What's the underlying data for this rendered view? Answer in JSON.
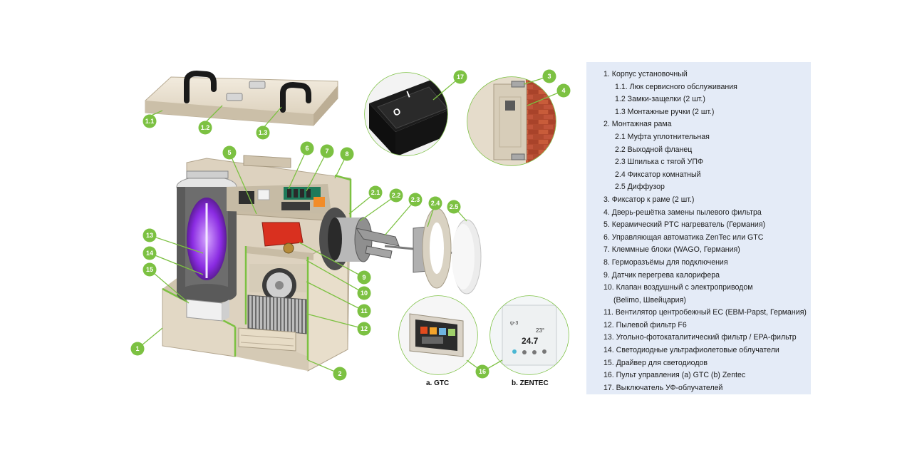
{
  "callouts": [
    {
      "id": "c-1.1",
      "label": "1.1"
    },
    {
      "id": "c-1.2",
      "label": "1.2"
    },
    {
      "id": "c-1.3",
      "label": "1.3"
    },
    {
      "id": "c-5",
      "label": "5"
    },
    {
      "id": "c-6",
      "label": "6"
    },
    {
      "id": "c-7",
      "label": "7"
    },
    {
      "id": "c-8",
      "label": "8"
    },
    {
      "id": "c-2.1",
      "label": "2.1"
    },
    {
      "id": "c-2.2",
      "label": "2.2"
    },
    {
      "id": "c-2.3",
      "label": "2.3"
    },
    {
      "id": "c-2.4",
      "label": "2.4"
    },
    {
      "id": "c-2.5",
      "label": "2.5"
    },
    {
      "id": "c-13",
      "label": "13"
    },
    {
      "id": "c-14",
      "label": "14"
    },
    {
      "id": "c-15",
      "label": "15"
    },
    {
      "id": "c-9",
      "label": "9"
    },
    {
      "id": "c-10",
      "label": "10"
    },
    {
      "id": "c-11",
      "label": "11"
    },
    {
      "id": "c-12",
      "label": "12"
    },
    {
      "id": "c-1",
      "label": "1"
    },
    {
      "id": "c-2",
      "label": "2"
    },
    {
      "id": "c-16",
      "label": "16"
    },
    {
      "id": "c-17",
      "label": "17"
    },
    {
      "id": "c-3",
      "label": "3"
    },
    {
      "id": "c-4",
      "label": "4"
    }
  ],
  "inset_captions": {
    "gtc": "a. GTC",
    "zentec": "b. ZENTEC"
  },
  "switch_marks": {
    "on": "I",
    "off": "O"
  },
  "thermostat_display": {
    "mode": "ψ-3",
    "temp_set": "23°",
    "temp_room": "24.7"
  },
  "legend": [
    {
      "text": "1. Корпус установочный",
      "level": 0
    },
    {
      "text": "1.1. Люк сервисного обслуживания",
      "level": 1
    },
    {
      "text": "1.2 Замки-защелки (2 шт.)",
      "level": 1
    },
    {
      "text": "1.3 Монтажные ручки (2 шт.)",
      "level": 1
    },
    {
      "text": "2. Монтажная рама",
      "level": 0
    },
    {
      "text": "2.1 Муфта уплотнительная",
      "level": 1
    },
    {
      "text": "2.2 Выходной фланец",
      "level": 1
    },
    {
      "text": "2.3 Шпилька с тягой УПФ",
      "level": 1
    },
    {
      "text": "2.4 Фиксатор комнатный",
      "level": 1
    },
    {
      "text": "2.5 Диффузор",
      "level": 1
    },
    {
      "text": "3. Фиксатор к раме (2 шт.)",
      "level": 0
    },
    {
      "text": "4. Дверь-решётка замены пылевого фильтра",
      "level": 0
    },
    {
      "text": "5. Керамический PTC нагреватель (Германия)",
      "level": 0
    },
    {
      "text": "6. Управляющая автоматика ZenTec или GTC",
      "level": 0
    },
    {
      "text": "7. Клеммные блоки (WAGO, Германия)",
      "level": 0
    },
    {
      "text": "8. Герморазъёмы для подключения",
      "level": 0
    },
    {
      "text": "9. Датчик перегрева калорифера",
      "level": 0
    },
    {
      "text": "10. Клапан воздушный с электроприводом",
      "level": 0
    },
    {
      "text": "(Belimo, Швейцария)",
      "level": 2
    },
    {
      "text": "11. Вентилятор центробежный EC (EBM-Papst, Германия)",
      "level": 0
    },
    {
      "text": "12. Пылевой фильтр F6",
      "level": 0
    },
    {
      "text": "13. Угольно-фотокаталитический фильтр / EPA-фильтр",
      "level": 0
    },
    {
      "text": "14. Светодиодные ультрафиолетовые облучатели",
      "level": 0
    },
    {
      "text": "15. Драйвер для светодиодов",
      "level": 0
    },
    {
      "text": "16. Пульт управления (a) GTC (b) Zentec",
      "level": 0
    },
    {
      "text": "17. Выключатель УФ-облучателей",
      "level": 0
    }
  ],
  "colors": {
    "callout": "#7cc142",
    "housing": "#e6dccb",
    "legend_bg": "#e4ebf7",
    "heater": "#d9301f",
    "uv_glow": "#8a2be2"
  }
}
